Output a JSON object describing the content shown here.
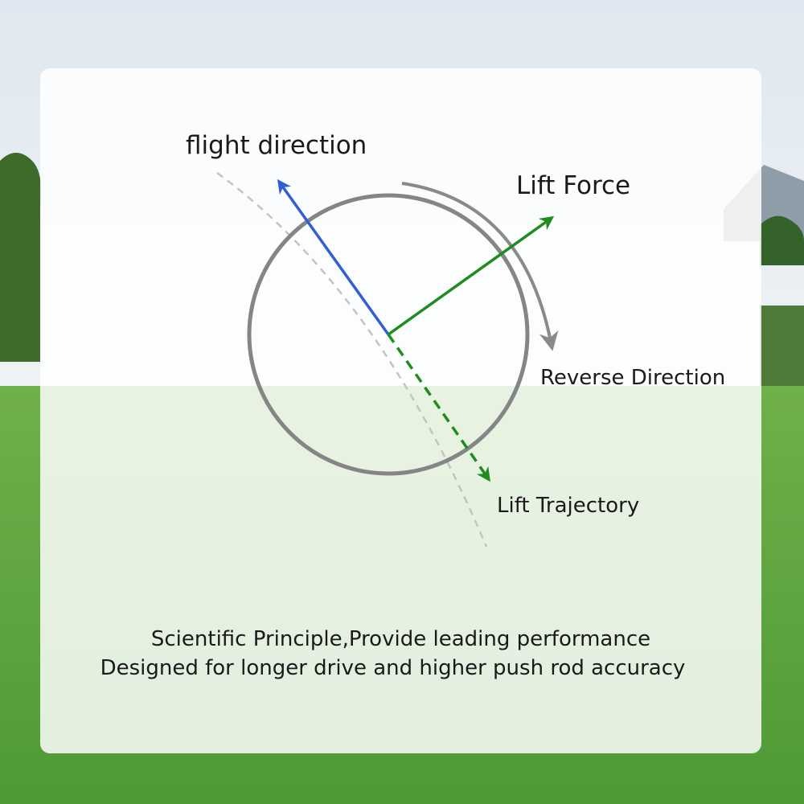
{
  "labels": {
    "flight_direction": "flight direction",
    "lift_force": "Lift Force",
    "reverse_direction": "Reverse Direction",
    "lift_trajectory": "Lift Trajectory"
  },
  "caption": {
    "line1": "Scientific Principle,Provide leading performance",
    "line2": "Designed for longer drive and higher push rod accuracy"
  },
  "colors": {
    "flight_arrow": "#2f5fd0",
    "lift_arrow": "#1e8c1e",
    "ball_outline": "#858585",
    "rotation_arrow": "#8a8a8a",
    "trajectory_curve": "#c4c4c4",
    "text": "#1a1a1a"
  },
  "icons": {
    "flight_arrow": "arrow-up-left-icon",
    "lift_arrow": "arrow-up-right-icon",
    "trajectory_arrow": "arrow-down-right-dashed-icon",
    "rotation_arrow": "curved-arrow-clockwise-icon"
  }
}
